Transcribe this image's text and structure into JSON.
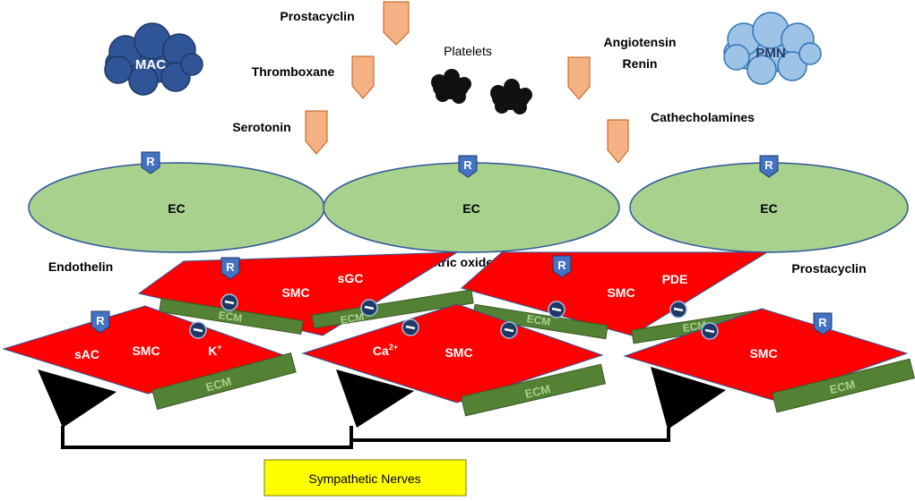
{
  "colors": {
    "smc_fill": "#ff0000",
    "ecm_fill": "#548235",
    "ec_fill": "#a9d18e",
    "arrow_fill": "#f4b183",
    "receptor_fill": "#4472c4",
    "inhibitor_fill": "#1f3864",
    "mac_fill": "#2f5597",
    "pmn_fill": "#9dc3e6",
    "nerve_box_fill": "#ffff00"
  },
  "cells": {
    "mac": "MAC",
    "pmn": "PMN",
    "ec_left": "EC",
    "ec_center": "EC",
    "ec_right": "EC"
  },
  "mediators": {
    "prostacyclin_top": "Prostacyclin",
    "thromboxane": "Thromboxane",
    "serotonin": "Serotonin",
    "platelets": "Platelets",
    "angiotensin": "Angiotensin",
    "renin": "Renin",
    "catecholamines": "Cathecholamines",
    "endothelin": "Endothelin",
    "nitric_oxide": "Nitric oxide",
    "prostacyclin_right": "Prostacyclin"
  },
  "receptor_label": "R",
  "smc": {
    "label": "SMC",
    "sgc": "sGC",
    "pde": "PDE",
    "sac": "sAC",
    "k_base": "K",
    "k_sup": "+",
    "ca_base": "Ca",
    "ca_sup": "2+"
  },
  "ecm_label": "ECM",
  "nerves": "Sympathetic Nerves"
}
